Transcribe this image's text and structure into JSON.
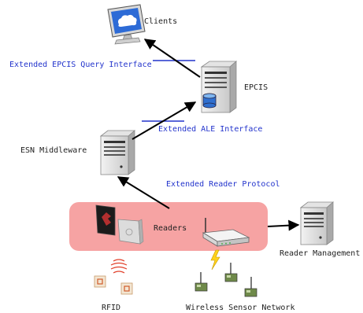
{
  "nodes": {
    "clients": "Clients",
    "epcis": "EPCIS",
    "esn_middleware": "ESN Middleware",
    "readers": "Readers",
    "reader_management": "Reader Management",
    "rfid": "RFID",
    "wsn": "Wireless Sensor Network"
  },
  "interfaces": {
    "query": "Extended EPCIS Query Interface",
    "ale": "Extended ALE Interface",
    "reader_protocol": "Extended Reader Protocol"
  },
  "colors": {
    "readers_panel": "#f6a3a3",
    "interface_text": "#2233cc",
    "node_text": "#222222",
    "arrow": "#000000"
  },
  "icons": {
    "clients": "monitor-cloud-icon",
    "epcis": "server-database-icon",
    "esn_middleware": "server-icon",
    "reader_management": "server-icon",
    "readers": "rfid-reader-icon",
    "wireless_router": "wireless-router-icon",
    "lightning": "lightning-icon",
    "rfid_tags": "rfid-tag-icon",
    "sensor_nodes": "sensor-node-icon"
  }
}
